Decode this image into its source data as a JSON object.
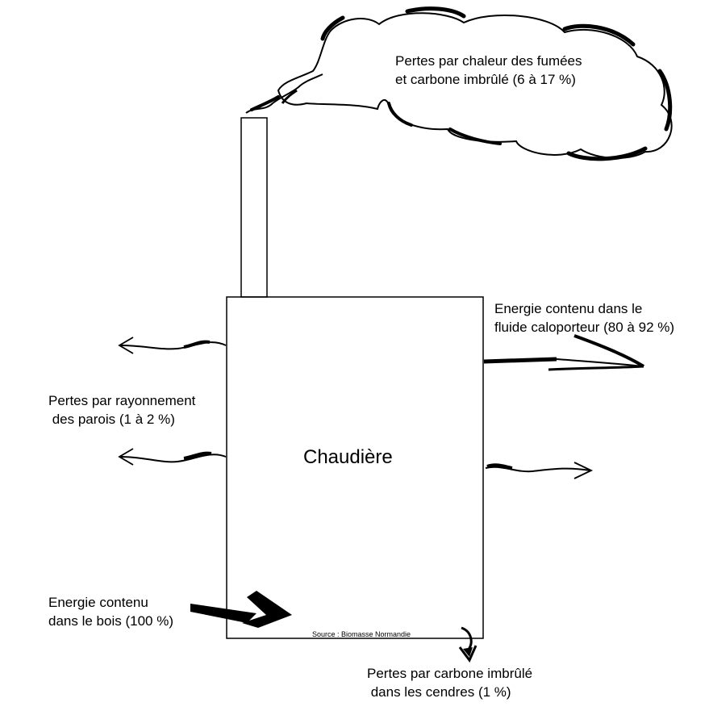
{
  "diagram": {
    "boiler_label": "Chaudière",
    "source": "Source : Biomasse Normandie",
    "flows": {
      "smoke": {
        "lines": [
          "Pertes par chaleur des fumées",
          "et carbone imbrûlé (6 à 17 %)"
        ]
      },
      "heat_fluid": {
        "lines": [
          "Energie contenu dans le",
          "fluide caloporteur (80 à 92 %)"
        ]
      },
      "radiation": {
        "lines": [
          "Pertes par rayonnement",
          " des parois (1 à 2 %)"
        ]
      },
      "wood_input": {
        "lines": [
          "Energie contenu",
          "dans le bois (100 %)"
        ]
      },
      "ash": {
        "lines": [
          "Pertes par carbone imbrûlé",
          " dans les cendres (1 %)"
        ]
      }
    }
  }
}
